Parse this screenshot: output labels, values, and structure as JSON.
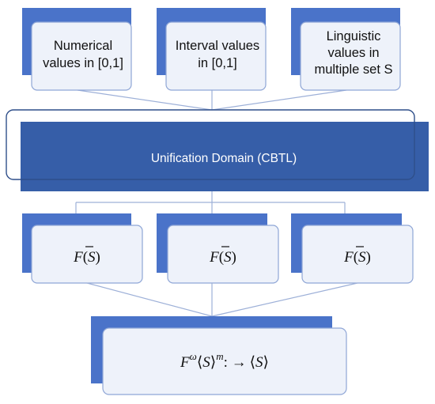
{
  "inputs": [
    {
      "lines": [
        "Numerical",
        "values in [0,1]"
      ]
    },
    {
      "lines": [
        "Interval values",
        "in [0,1]"
      ]
    },
    {
      "lines": [
        "Linguistic",
        "values in",
        "multiple set S"
      ]
    }
  ],
  "unification": {
    "label": "Unification Domain (CBTL)"
  },
  "functions": [
    {
      "symbol": "F",
      "open": "(",
      "var": "S",
      "bar": "̄",
      "close": ")"
    },
    {
      "symbol": "F",
      "open": "(",
      "var": "S",
      "bar": "̄",
      "close": ")"
    },
    {
      "symbol": "F",
      "open": "(",
      "var": "S",
      "bar": "̄",
      "close": ")"
    }
  ],
  "aggregation": {
    "base": "F",
    "sup": "ω",
    "lang": "⟨",
    "var": "S",
    "rang": "⟩",
    "sup2": "m",
    "arrow": ": →",
    "lang2": "⟨",
    "var2": "S",
    "rang2": "⟩"
  },
  "colors": {
    "accent_dark": "#365ea8",
    "accent": "#4a73c9",
    "panel": "#eef2fa"
  }
}
